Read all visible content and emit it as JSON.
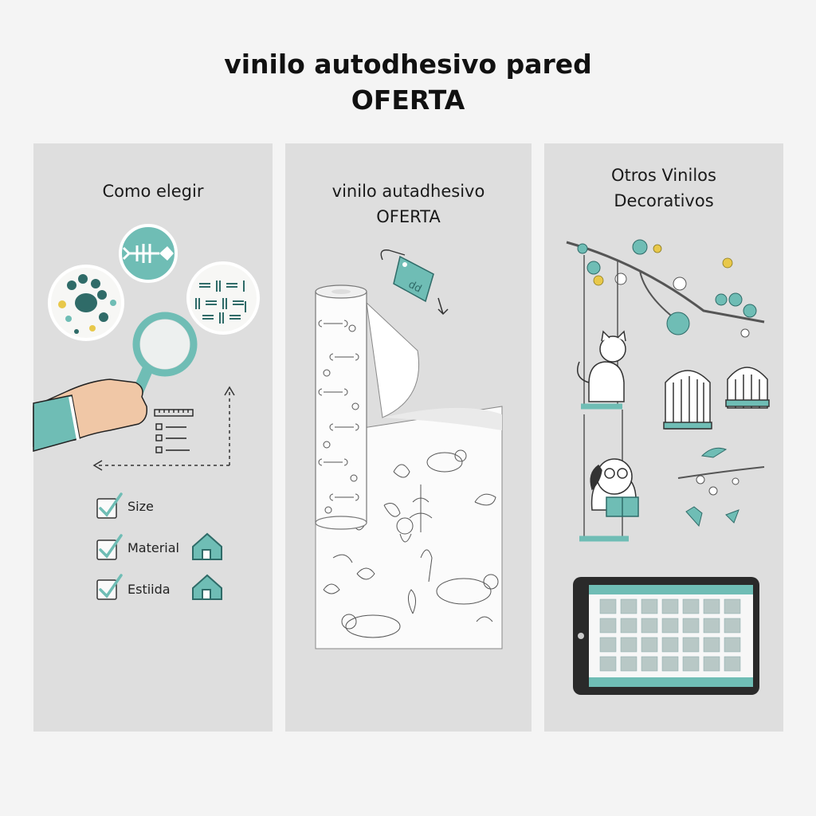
{
  "header": {
    "title_line1": "vinilo autodhesivo pared",
    "title_line2": "OFERTA"
  },
  "panels": {
    "left": {
      "title": "Como elegir",
      "checklist": [
        "Size",
        "Material",
        "Estiida"
      ]
    },
    "center": {
      "title_line1": "vinilo autadhesivo",
      "title_line2": "OFERTA",
      "tag_text": "dd"
    },
    "right": {
      "title_line1": "Otros Vinilos",
      "title_line2": "Decorativos"
    }
  },
  "colors": {
    "teal": "#6fbdb5",
    "dark_teal": "#2f6b68",
    "panel_bg": "#dedede",
    "yellow": "#e8c84a"
  }
}
